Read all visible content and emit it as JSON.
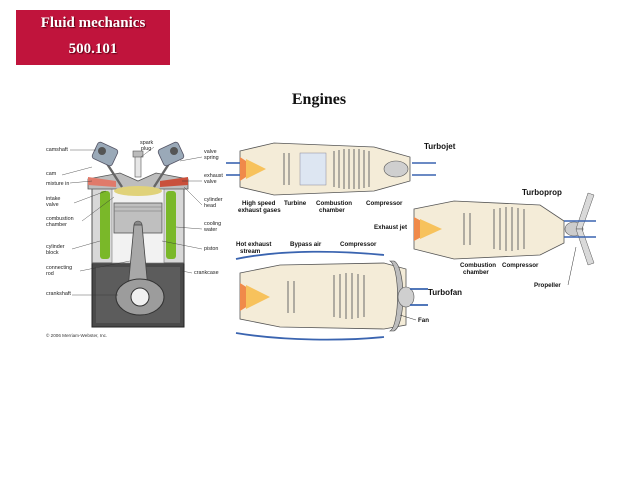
{
  "header": {
    "course_title": "Fluid mechanics",
    "course_code": "500.101"
  },
  "slide": {
    "title": "Engines"
  },
  "piston_engine": {
    "labels_left": [
      "camshaft",
      "cam",
      "mixture in",
      "intake",
      "valve",
      "combustion",
      "chamber",
      "cylinder",
      "block",
      "connecting",
      "rod",
      "crankshaft"
    ],
    "labels_top": [
      "spark",
      "plug"
    ],
    "labels_right": [
      "valve",
      "spring",
      "exhaust",
      "valve",
      "cylinder",
      "head",
      "cooling",
      "water",
      "piston",
      "crankcase"
    ],
    "copyright": "© 2006 Merriam-Webster, Inc."
  },
  "jet_engines": {
    "turbojet": {
      "name": "Turbojet",
      "labels": [
        "High speed",
        "exhaust gases",
        "Turbine",
        "Combustion",
        "chamber",
        "Compressor"
      ]
    },
    "turboprop": {
      "name": "Turboprop",
      "labels": [
        "Exhaust jet",
        "Combustion",
        "chamber",
        "Compressor",
        "Propeller"
      ]
    },
    "turbofan": {
      "name": "Turbofan",
      "labels": [
        "Hot exhaust",
        "stream",
        "Bypass air",
        "Compressor",
        "Fan"
      ]
    }
  }
}
